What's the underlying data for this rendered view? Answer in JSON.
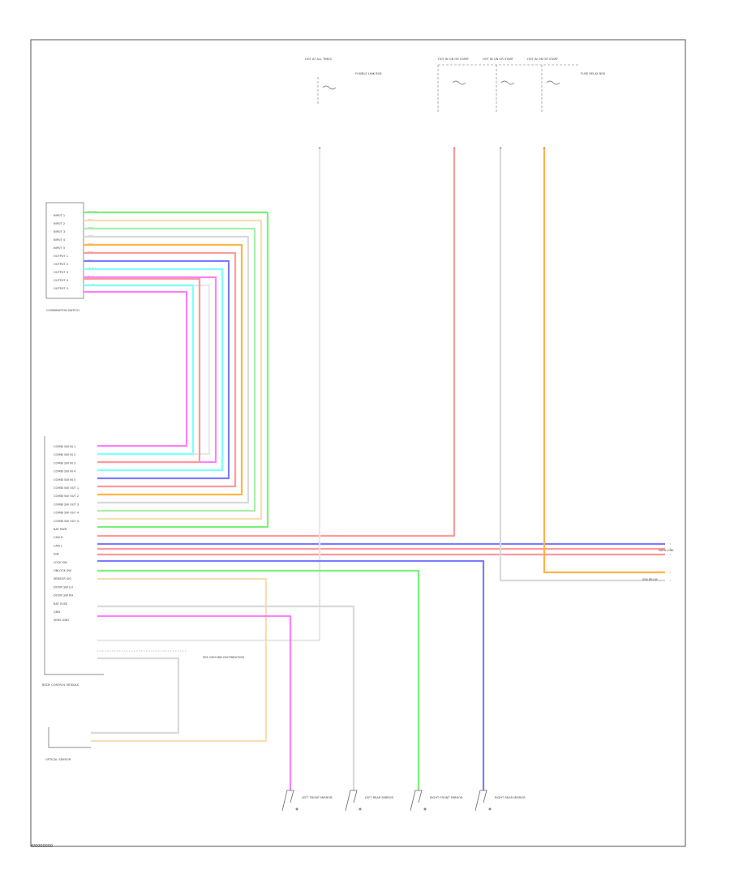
{
  "figure_id": "W0000000",
  "colors": {
    "frame": "#555555",
    "lt_grn": "#7cf07c",
    "tan": "#f5deb3",
    "grn": "#a8f0a8",
    "gry": "#d9d9d9",
    "org": "#ffb347",
    "red": "#ff9a9a",
    "blu": "#7c7cff",
    "lt_blu": "#80ffff",
    "pnk": "#ff80ff",
    "wht": "#e8e8e8",
    "blk": "#9a9a9a"
  },
  "labels": {
    "fuse_1": "HOT AT ALL TIMES",
    "fuse_2": "HOT IN ON OR START",
    "fuse_3": "HOT IN ON OR START",
    "fuse_4": "HOT IN ON OR START",
    "fuse_1_desc": "FUSIBLE LINK BOX",
    "fuse_4_desc": "FUSE RELAY BOX",
    "sw_block": "COMBINATION SWITCH",
    "bcm": "BODY CONTROL MODULE",
    "sensor": "OPTICAL SENSOR",
    "ground_note": "SEE GROUND DISTRIBUTION",
    "conn_right_1": "DATA LINK",
    "conn_right_2": "IGN RELAY",
    "mirror_1": "LEFT FRONT MIRROR",
    "mirror_2": "LEFT REAR MIRROR",
    "mirror_3": "RIGHT FRONT MIRROR",
    "mirror_4": "RIGHT REAR MIRROR"
  },
  "switch_pins": [
    "INPUT 1",
    "INPUT 2",
    "INPUT 3",
    "INPUT 4",
    "INPUT 5",
    "OUTPUT 1",
    "OUTPUT 2",
    "OUTPUT 3",
    "OUTPUT 4",
    "OUTPUT 5"
  ],
  "bcm_pins": [
    "COMBI SW IN 1",
    "COMBI SW IN 2",
    "COMBI SW IN 3",
    "COMBI SW IN 4",
    "COMBI SW IN 5",
    "COMBI SW OUT 1",
    "COMBI SW OUT 2",
    "COMBI SW OUT 3",
    "COMBI SW OUT 4",
    "COMBI SW OUT 5",
    "BAT PWR",
    "CAN H",
    "CAN L",
    "IGN",
    "LOCK SW",
    "UNLOCK SW",
    "SENSOR SIG",
    "DOOR SW LH",
    "DOOR SW RH",
    "BAT FUSE",
    "GND",
    "SENS GND"
  ],
  "wire_colors": [
    "LT GRN",
    "TAN",
    "GRN",
    "GRY",
    "ORG",
    "RED",
    "BLU",
    "LT BLU",
    "PNK",
    "WHT",
    "BLK",
    "GRY/RED"
  ]
}
